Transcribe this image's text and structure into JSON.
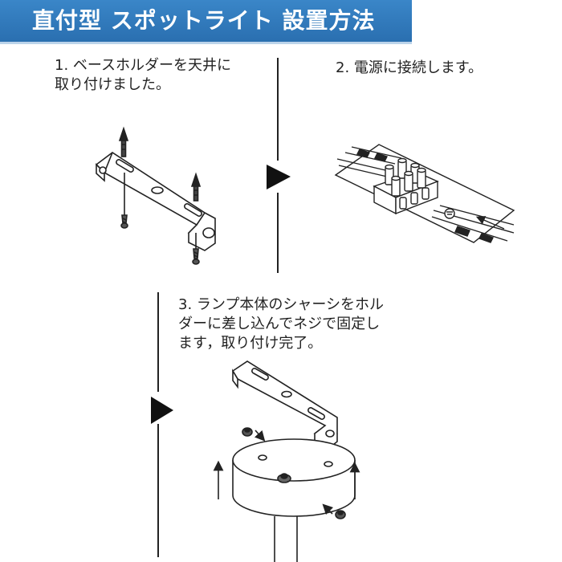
{
  "header": {
    "title": "直付型 スポットライト 設置方法",
    "color": "#2f78bb"
  },
  "steps": [
    {
      "lines": [
        "1. ベースホルダーを天井に",
        "取り付けました。"
      ]
    },
    {
      "lines": [
        "2. 電源に接続します。"
      ]
    },
    {
      "lines": [
        "3. ランプ本体のシャーシをホル",
        "ダーに差し込んでネジで固定し",
        "ます，取り付け完了。"
      ]
    }
  ]
}
